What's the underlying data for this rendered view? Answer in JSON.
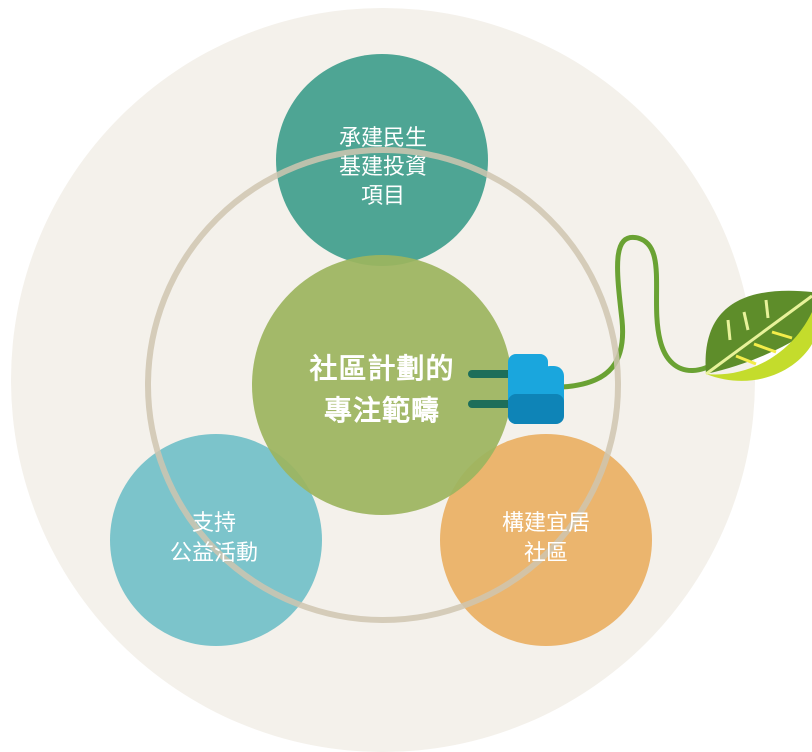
{
  "diagram": {
    "center": {
      "line1": "社區計劃的",
      "line2": "專注範疇",
      "color": "#9cb55f"
    },
    "top": {
      "line1": "承建民生",
      "line2": "基建投資",
      "line3": "項目",
      "color": "#3f9e8c"
    },
    "bottom_left": {
      "line1": "支持",
      "line2": "公益活動",
      "color": "#6bbdc6"
    },
    "bottom_right": {
      "line1": "構建宜居",
      "line2": "社區",
      "color": "#e9ac5c"
    },
    "colors": {
      "background_disc": "#f4f1eb",
      "ring": "#d8d0bc",
      "plug": "#1aa6dd",
      "cord": "#6aa233",
      "leaf_dark": "#5e8d2a",
      "leaf_light": "#c4dc2c"
    },
    "icons": [
      "plug-icon",
      "leaf-icon"
    ]
  }
}
